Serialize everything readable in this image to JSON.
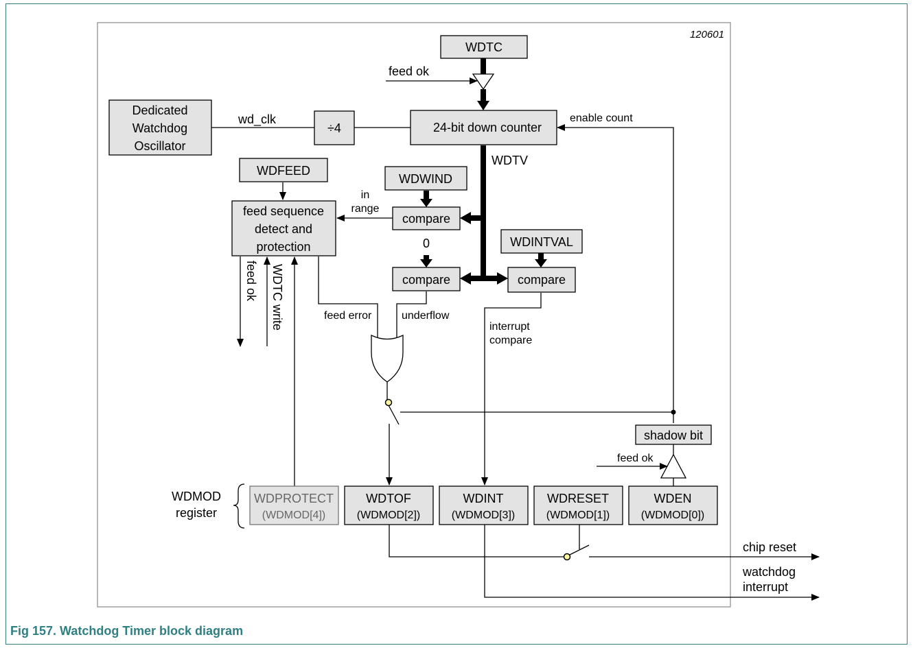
{
  "figure_id": "120601",
  "caption": "Fig 157. Watchdog Timer block diagram",
  "blocks": {
    "wdtc": "WDTC",
    "osc_l1": "Dedicated",
    "osc_l2": "Watchdog",
    "osc_l3": "Oscillator",
    "div4": "÷4",
    "counter": "24-bit down counter",
    "wdfeed": "WDFEED",
    "wdwind": "WDWIND",
    "compare_wind": "compare",
    "feedseq_l1": "feed sequence",
    "feedseq_l2": "detect and",
    "feedseq_l3": "protection",
    "zero": "0",
    "compare_zero": "compare",
    "wdintval": "WDINTVAL",
    "compare_int": "compare",
    "shadow": "shadow bit"
  },
  "signals": {
    "feed_ok_top": "feed ok",
    "wd_clk": "wd_clk",
    "enable_count": "enable count",
    "wdtv": "WDTV",
    "in": "in",
    "range": "range",
    "feed_ok_vertical": "feed ok",
    "wdtc_write": "WDTC write",
    "feed_error": "feed error",
    "underflow": "underflow",
    "interrupt": "interrupt",
    "compare": "compare",
    "feed_ok_shadow": "feed ok",
    "chip_reset": "chip reset",
    "watchdog": "watchdog",
    "interrupt_out": "interrupt"
  },
  "register": {
    "label_l1": "WDMOD",
    "label_l2": "register",
    "fields": [
      {
        "name": "WDPROTECT",
        "bit": "(WDMOD[4])"
      },
      {
        "name": "WDTOF",
        "bit": "(WDMOD[2])"
      },
      {
        "name": "WDINT",
        "bit": "(WDMOD[3])"
      },
      {
        "name": "WDRESET",
        "bit": "(WDMOD[1])"
      },
      {
        "name": "WDEN",
        "bit": "(WDMOD[0])"
      }
    ]
  }
}
